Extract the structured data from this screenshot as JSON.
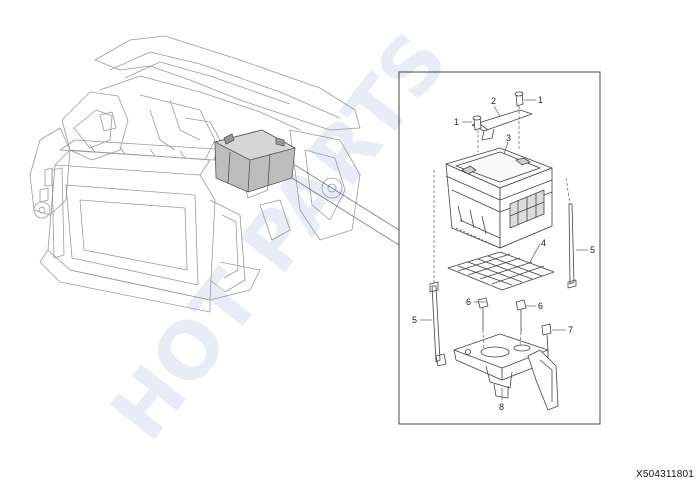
{
  "watermark": "HOT PARTS",
  "diagram_code": "X504311801",
  "callouts": {
    "c1a": "1",
    "c1b": "1",
    "c2": "2",
    "c3": "3",
    "c4": "4",
    "c5a": "5",
    "c5b": "5",
    "c6a": "6",
    "c6b": "6",
    "c7": "7",
    "c8": "8"
  }
}
